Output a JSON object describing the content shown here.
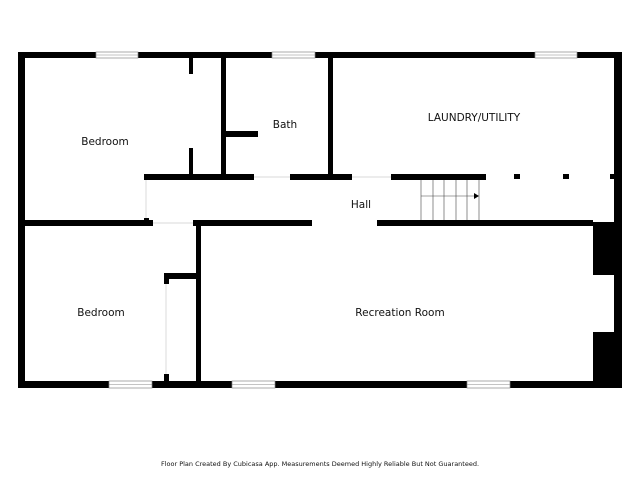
{
  "rooms": {
    "bedroom_1": "Bedroom",
    "bath": "Bath",
    "laundry": "LAUNDRY/UTILITY",
    "hall": "Hall",
    "bedroom_2": "Bedroom",
    "recreation": "Recreation Room"
  },
  "footer": "Floor Plan Created By Cubicasa App. Measurements Deemed Highly Reliable But Not Guaranteed."
}
